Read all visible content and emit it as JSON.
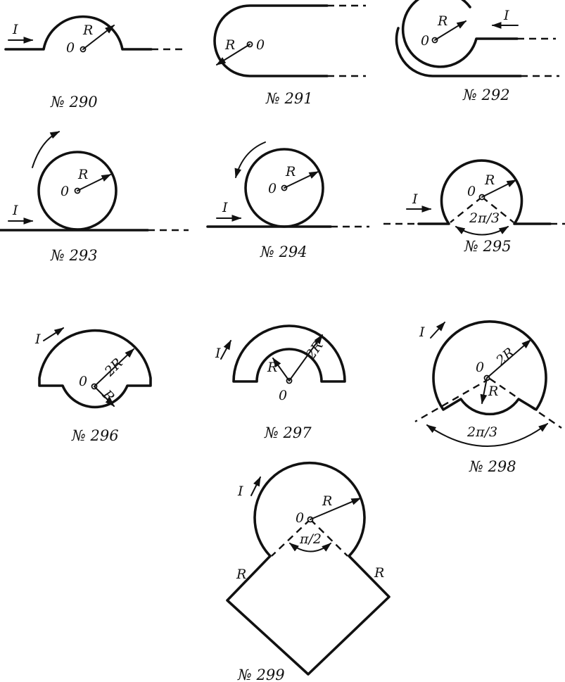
{
  "figures": [
    {
      "number": "№ 290",
      "labels": {
        "current": "I",
        "center": "0",
        "radius": "R"
      }
    },
    {
      "number": "№ 291",
      "labels": {
        "center": "0",
        "radius": "R"
      }
    },
    {
      "number": "№ 292",
      "labels": {
        "current": "I",
        "center": "0",
        "radius": "R"
      }
    },
    {
      "number": "№ 293",
      "labels": {
        "current": "I",
        "center": "0",
        "radius": "R"
      }
    },
    {
      "number": "№ 294",
      "labels": {
        "current": "I",
        "center": "0",
        "radius": "R"
      }
    },
    {
      "number": "№ 295",
      "labels": {
        "current": "I",
        "center": "0",
        "radius": "R",
        "angle": "2π/3"
      }
    },
    {
      "number": "№ 296",
      "labels": {
        "current": "I",
        "center": "0",
        "outer_radius": "2R",
        "inner_radius": "R"
      }
    },
    {
      "number": "№ 297",
      "labels": {
        "current": "I",
        "center": "0",
        "outer_radius": "2R",
        "inner_radius": "R"
      }
    },
    {
      "number": "№ 298",
      "labels": {
        "current": "I",
        "center": "0",
        "outer_radius": "2R",
        "inner_radius": "R",
        "angle": "2π/3"
      }
    },
    {
      "number": "№ 299",
      "labels": {
        "current": "I",
        "center": "0",
        "radius": "R",
        "angle": "π/2",
        "side_left": "R",
        "side_right": "R"
      }
    }
  ]
}
